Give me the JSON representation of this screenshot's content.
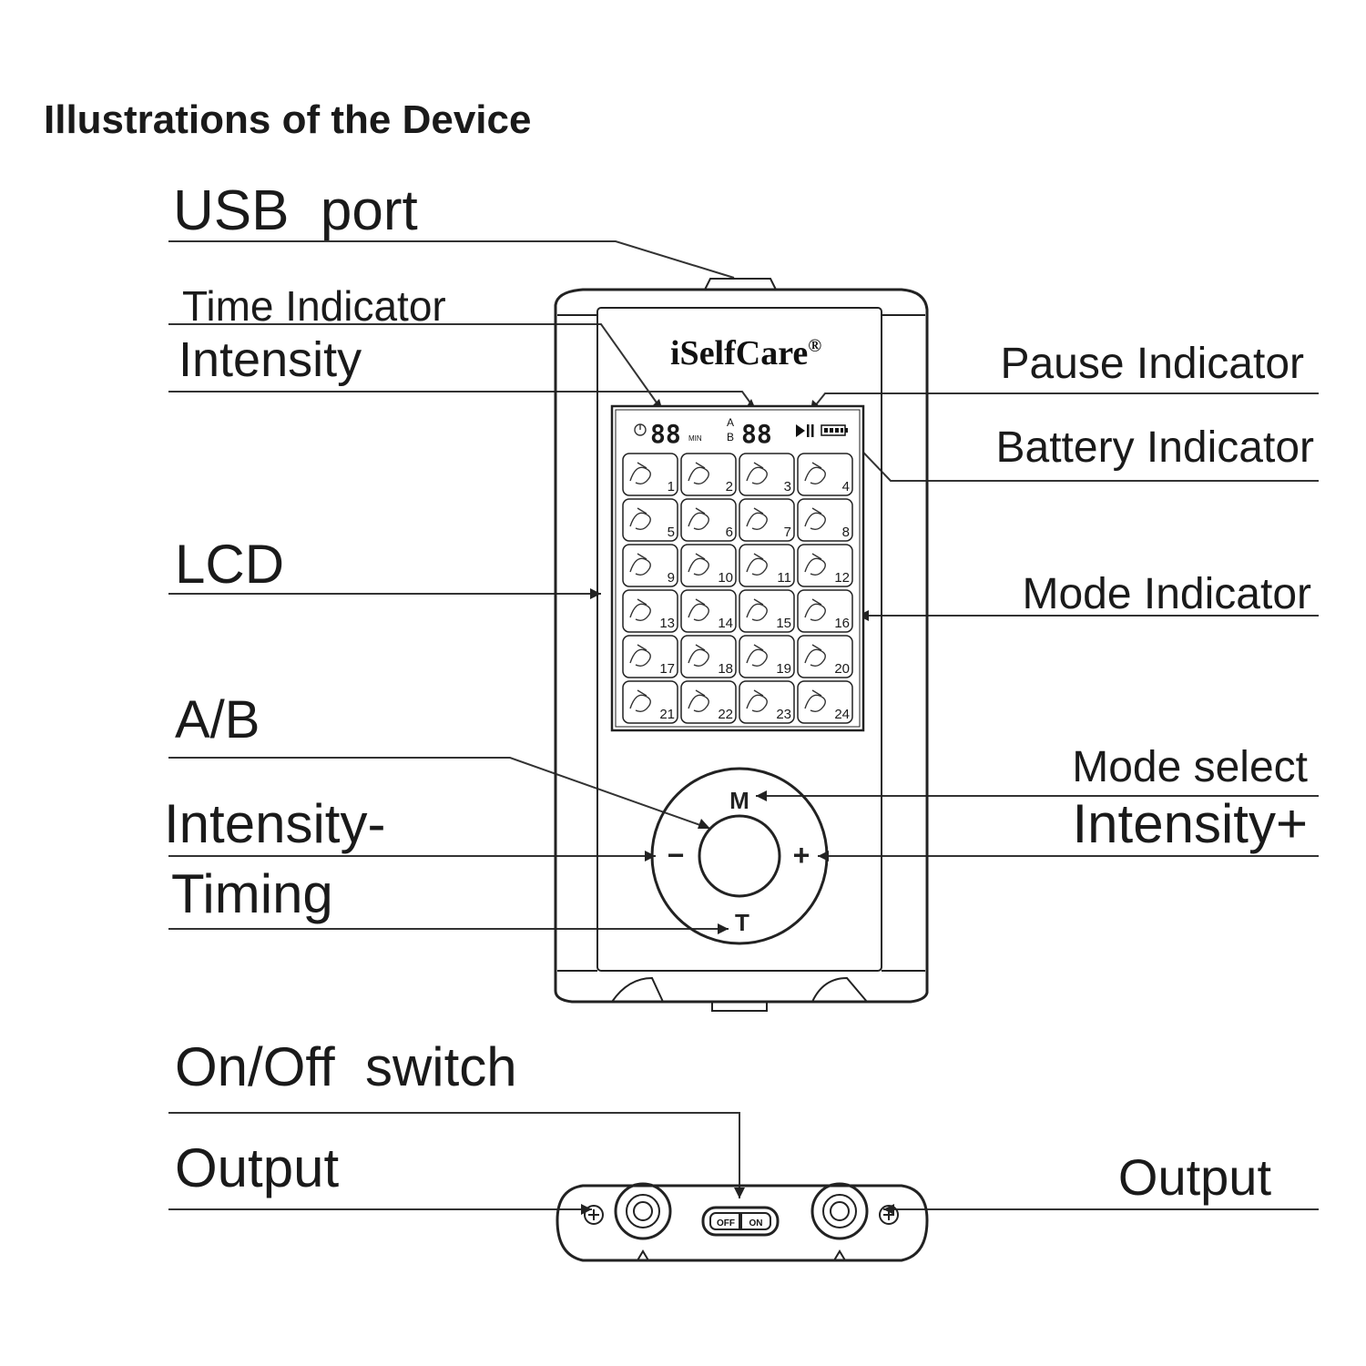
{
  "heading": "Illustrations of the Device",
  "brand": {
    "name": "iSelfCare",
    "mark": "®"
  },
  "labels": {
    "usb_port": "USB  port",
    "time_indicator": "Time Indicator",
    "intensity": "Intensity",
    "pause_indicator": "Pause Indicator",
    "battery_indicator": "Battery Indicator",
    "lcd": "LCD",
    "mode_indicator": "Mode Indicator",
    "ab": "A/B",
    "mode_select": "Mode select",
    "intensity_minus": "Intensity-",
    "intensity_plus": "Intensity+",
    "timing": "Timing",
    "on_off_switch": "On/Off  switch",
    "output_left": "Output",
    "output_right": "Output"
  },
  "lcd": {
    "time_digits": "88",
    "time_unit": "MIN",
    "channel_a": "A",
    "channel_b": "B",
    "intensity_digits": "88",
    "pause_play_icon": "play-pause-icon",
    "battery_icon": "battery-icon",
    "clock_icon": "clock-icon",
    "modes": [
      "1",
      "2",
      "3",
      "4",
      "5",
      "6",
      "7",
      "8",
      "9",
      "10",
      "11",
      "12",
      "13",
      "14",
      "15",
      "16",
      "17",
      "18",
      "19",
      "20",
      "21",
      "22",
      "23",
      "24"
    ]
  },
  "keypad": {
    "mode": "M",
    "timing": "T",
    "minus": "−",
    "plus": "+"
  },
  "switch": {
    "off": "OFF",
    "on": "ON"
  }
}
